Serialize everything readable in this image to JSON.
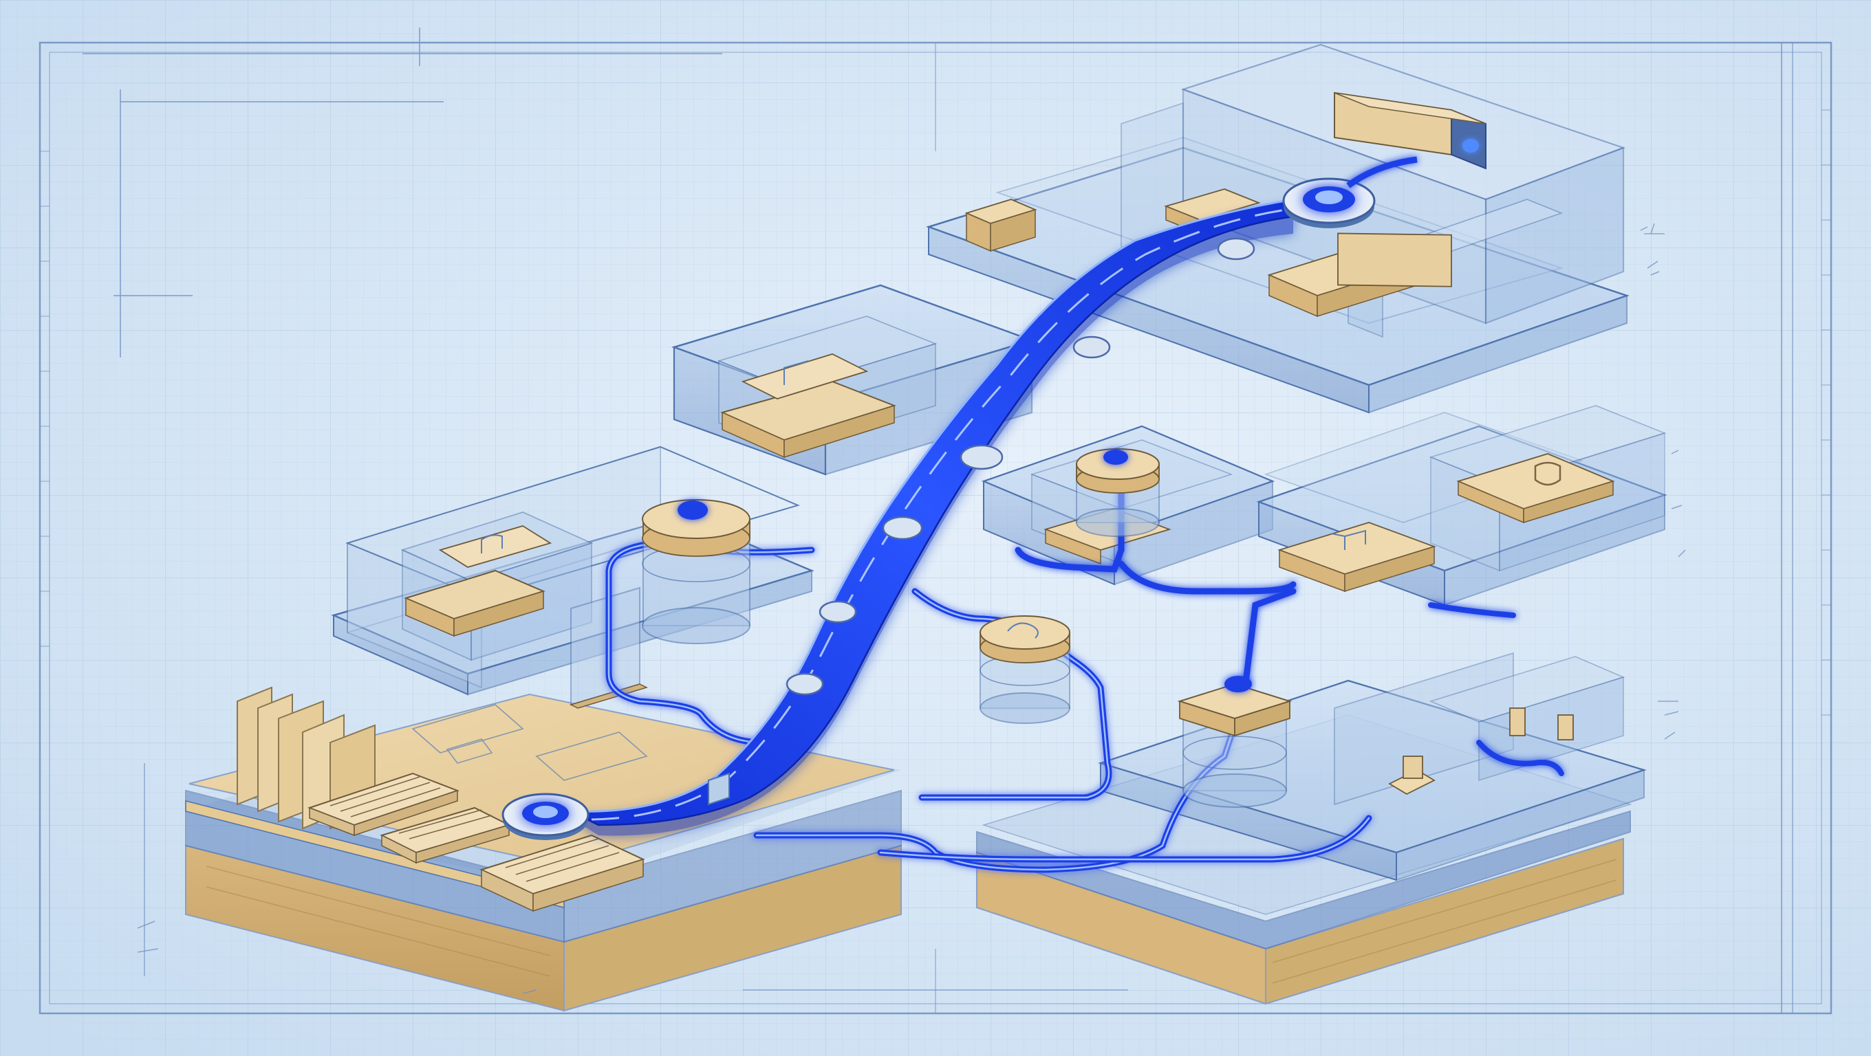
{
  "palette": {
    "paper": "#cfe2f3",
    "paper_light": "#e3eef9",
    "grid": "#b3cde6",
    "line": "#5b7fb3",
    "glass": "#a9c6e8",
    "glass_edge": "#4f73ad",
    "sand": "#e8cf9f",
    "sand_dark": "#c9a56a",
    "flow": "#1f3fe6",
    "flow_glow": "#7aa6ff",
    "node": "#f3f7fd"
  },
  "icons": {
    "start_node": "glowing-disc-icon",
    "end_node": "glowing-disc-icon",
    "waypoints": "grey-disc-icon",
    "databases": "cylinder-icon",
    "documents": "paper-stack-icon",
    "folders": "file-folder-icon",
    "components": "puzzle-piece-icon",
    "security": "shield-icon"
  },
  "diagram": {
    "waypoint_count": 8,
    "branch_count": 6,
    "glass_module_count": 7
  }
}
